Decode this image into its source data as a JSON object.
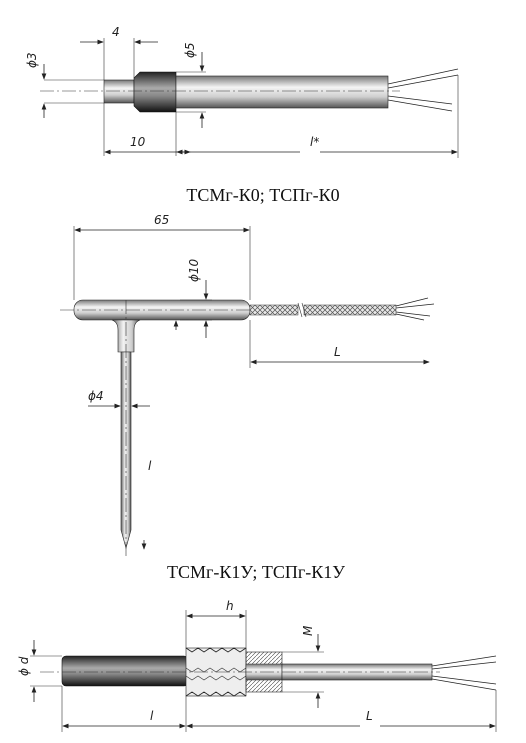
{
  "figure_top": {
    "dimensions": {
      "phi3": "ϕ3",
      "four": "4",
      "phi5": "ϕ5",
      "ten": "10",
      "l_star": "l*"
    }
  },
  "caption_1": "ТСМг-К0; ТСПг-К0",
  "figure_middle": {
    "dimensions": {
      "sixtyfive": "65",
      "phi10": "ϕ10",
      "L": "L",
      "phi4": "ϕ4",
      "l": "l"
    }
  },
  "caption_2": "ТСМг-К1У; ТСПг-К1У",
  "figure_bottom": {
    "dimensions": {
      "h": "h",
      "M": "M",
      "phi_d": "ϕ d",
      "l": "l",
      "L": "L"
    }
  }
}
